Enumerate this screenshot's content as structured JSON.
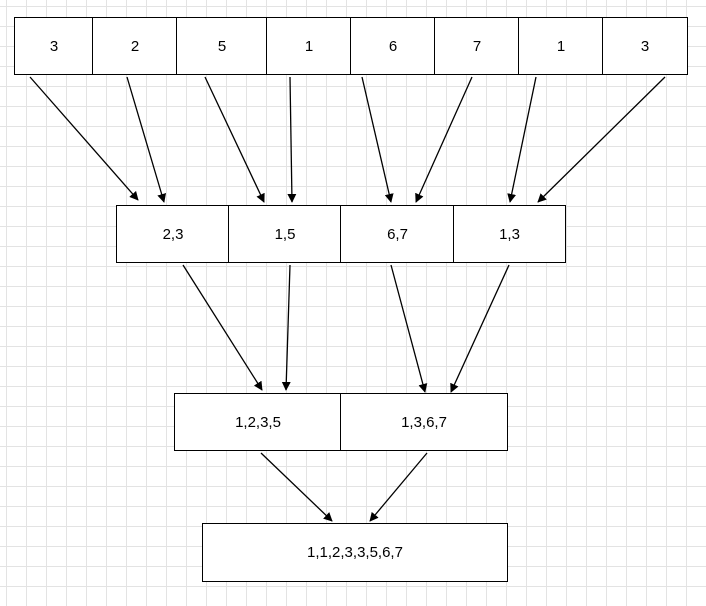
{
  "levels": {
    "input": [
      "3",
      "2",
      "5",
      "1",
      "6",
      "7",
      "1",
      "3"
    ],
    "pairs": [
      "2,3",
      "1,5",
      "6,7",
      "1,3"
    ],
    "quads": [
      "1,2,3,5",
      "1,3,6,7"
    ],
    "result": [
      "1,1,2,3,3,5,6,7"
    ]
  },
  "colors": {
    "stroke": "#000000",
    "grid": "#e3e3e3",
    "background": "#ffffff"
  }
}
